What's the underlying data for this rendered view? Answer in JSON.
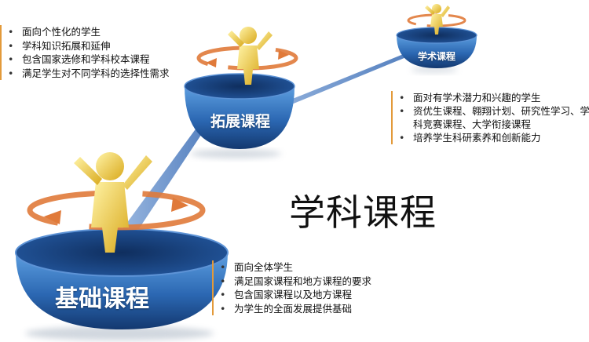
{
  "title": "学科课程",
  "levels": {
    "basic": {
      "label": "基础课程",
      "points": [
        "面向全体学生",
        "满足国家课程和地方课程的要求",
        "包含国家课程以及地方课程",
        "为学生的全面发展提供基础"
      ]
    },
    "extended": {
      "label": "拓展课程",
      "points": [
        "面向个性化的学生",
        "学科知识拓展和延伸",
        "包含国家选修和学科校本课程",
        "满足学生对不同学科的选择性需求"
      ]
    },
    "academic": {
      "label": "学术课程",
      "points": [
        "面对有学术潜力和兴趣的学生",
        "资优生课程、翱翔计划、研究性学习、学科竞赛课程、大学衔接课程",
        "培养学生科研素养和创新能力"
      ]
    }
  },
  "colors": {
    "bowl_top": "#1a4f9c",
    "bowl_body": "#2d6db5",
    "beam": "#6e95cf",
    "ring": "#e07a3a",
    "figure": "#f0cd3a",
    "bullet_bar": "#e39a3a"
  },
  "icons": [
    "person-figure-icon",
    "rotation-ring-icon"
  ]
}
